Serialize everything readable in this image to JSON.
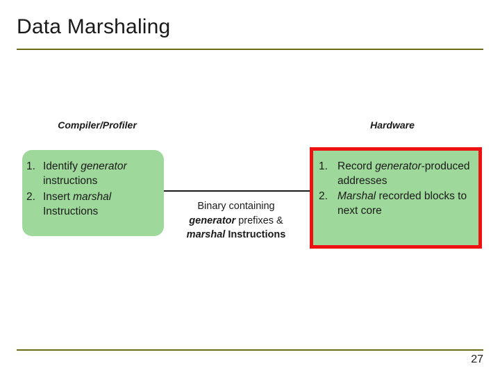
{
  "slide": {
    "title": "Data Marshaling",
    "page_number": "27",
    "rule_color": "#6b6b1a"
  },
  "diagram": {
    "captions": {
      "compiler": "Compiler/Profiler",
      "hardware": "Hardware"
    },
    "compiler_box": {
      "fill_color": "#9ed89a",
      "steps": [
        {
          "num": "1.",
          "parts": [
            {
              "text": "Identify ",
              "style": "normal"
            },
            {
              "text": "generator",
              "style": "italic"
            },
            {
              "text": " instructions",
              "style": "normal"
            }
          ],
          "plain": "Identify generator instructions"
        },
        {
          "num": "2.",
          "parts": [
            {
              "text": "Insert ",
              "style": "normal"
            },
            {
              "text": "marshal",
              "style": "italic"
            },
            {
              "text": " Instructions",
              "style": "normal"
            }
          ],
          "plain": "Insert marshal Instructions"
        }
      ]
    },
    "hardware_box": {
      "fill_color": "#9ed89a",
      "border_color": "#ee1111",
      "steps": [
        {
          "num": "1.",
          "parts": [
            {
              "text": "Record ",
              "style": "normal"
            },
            {
              "text": "generator",
              "style": "italic"
            },
            {
              "text": "-produced addresses",
              "style": "normal"
            }
          ],
          "plain": "Record generator-produced addresses"
        },
        {
          "num": "2.",
          "parts": [
            {
              "text": "Marshal",
              "style": "italic"
            },
            {
              "text": " recorded blocks to next core",
              "style": "normal"
            }
          ],
          "plain": "Marshal recorded blocks to next core"
        }
      ]
    },
    "connector": {
      "label_lines": [
        "Binary containing",
        "generator prefixes &",
        "marshal Instructions"
      ],
      "line_color": "#1a1a1a"
    }
  }
}
